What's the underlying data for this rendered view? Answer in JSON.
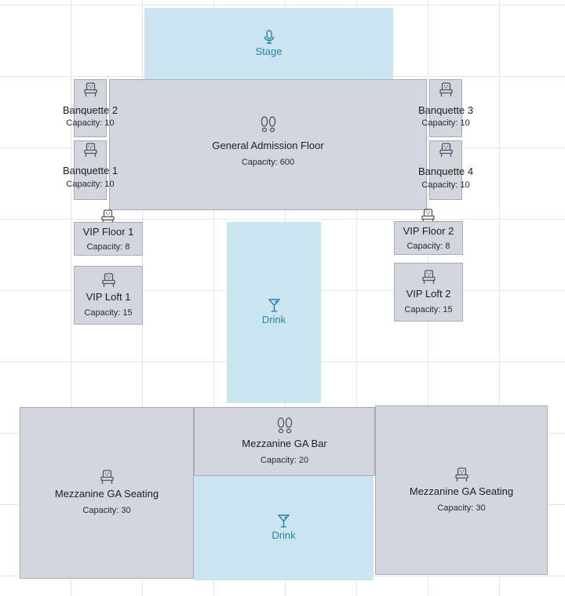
{
  "colors": {
    "seating": "#d3d6de",
    "border": "#a7abb5",
    "service": "#cbe5f0",
    "service_text": "#2f7fa7"
  },
  "icons": {
    "stage": "microphone-icon",
    "general_admission": "footprints-icon",
    "seating": "chair-icon",
    "drink": "cocktail-glass-icon"
  },
  "stage": {
    "label": "Stage"
  },
  "ga_floor": {
    "label": "General Admission Floor",
    "capacity": "Capacity: 600"
  },
  "banquettes": {
    "b2": {
      "label": "Banquette 2",
      "capacity": "Capacity: 10"
    },
    "b1": {
      "label": "Banquette 1",
      "capacity": "Capacity: 10"
    },
    "b3": {
      "label": "Banquette 3",
      "capacity": "Capacity: 10"
    },
    "b4": {
      "label": "Banquette 4",
      "capacity": "Capacity: 10"
    }
  },
  "vip": {
    "floor1": {
      "label": "VIP Floor 1",
      "capacity": "Capacity: 8"
    },
    "loft1": {
      "label": "VIP Loft 1",
      "capacity": "Capacity: 15"
    },
    "floor2": {
      "label": "VIP Floor 2",
      "capacity": "Capacity: 8"
    },
    "loft2": {
      "label": "VIP Loft 2",
      "capacity": "Capacity: 15"
    }
  },
  "drink_main": {
    "label": "Drink"
  },
  "mezzanine": {
    "bar": {
      "label": "Mezzanine GA Bar",
      "capacity": "Capacity: 20"
    },
    "seating_left": {
      "label": "Mezzanine GA Seating",
      "capacity": "Capacity: 30"
    },
    "seating_right": {
      "label": "Mezzanine GA Seating",
      "capacity": "Capacity: 30"
    },
    "drink": {
      "label": "Drink"
    }
  }
}
